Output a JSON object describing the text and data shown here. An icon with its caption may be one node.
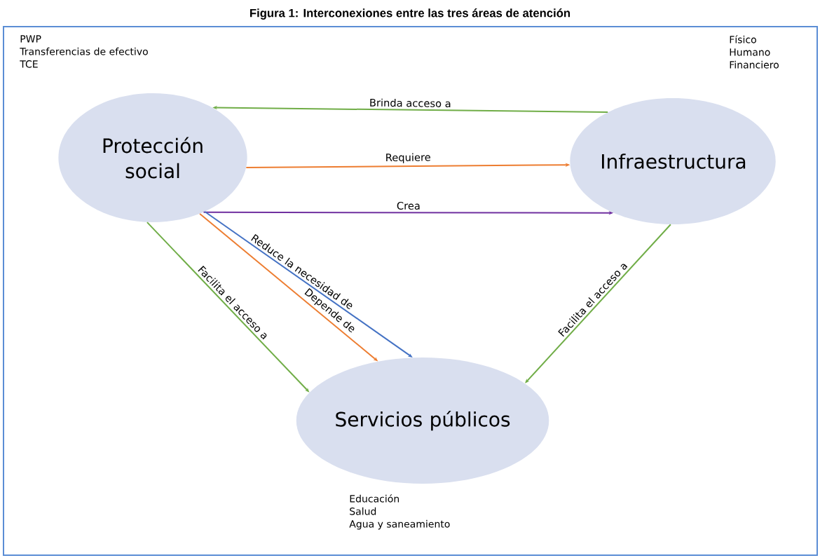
{
  "diagram": {
    "title": "Figura 1: Interconexiones entre las tres áreas de atención",
    "nodes": [
      {
        "text": [
          "Protección social"
        ],
        "beside": [
          "PWP",
          "Transferencias de efectivo",
          "TCE"
        ]
      },
      {
        "text": [
          "Infraestructura"
        ],
        "beside": [
          "Físico",
          "Humano",
          "Financiero"
        ]
      },
      {
        "text": [
          "Servicios públicos"
        ],
        "beside": [
          "Educación",
          "Salud",
          "Agua y saneamiento"
        ]
      }
    ],
    "edges": [
      {
        "from": 1,
        "to": 0,
        "arrow": "to",
        "label": "Brinda acceso a",
        "color": "#70ad47"
      },
      {
        "from": 0,
        "to": 1,
        "arrow": "to",
        "label": "Requiere",
        "color": "#ed7d31"
      },
      {
        "from": 0,
        "to": 1,
        "arrow": "to",
        "label": "Crea",
        "color": "#7030a0"
      },
      {
        "from": 0,
        "to": 2,
        "arrow": "to",
        "label": "Reduce la necesidad de",
        "color": "#4472c4"
      },
      {
        "from": 0,
        "to": 2,
        "arrow": "to",
        "label": "Depende de",
        "color": "#ed7d31"
      },
      {
        "from": 0,
        "to": 2,
        "arrow": "to",
        "label": "Facilita el acceso a",
        "color": "#70ad47"
      },
      {
        "from": 1,
        "to": 2,
        "arrow": "to",
        "label": "Facilita el acceso a",
        "color": "#70ad47"
      }
    ]
  }
}
